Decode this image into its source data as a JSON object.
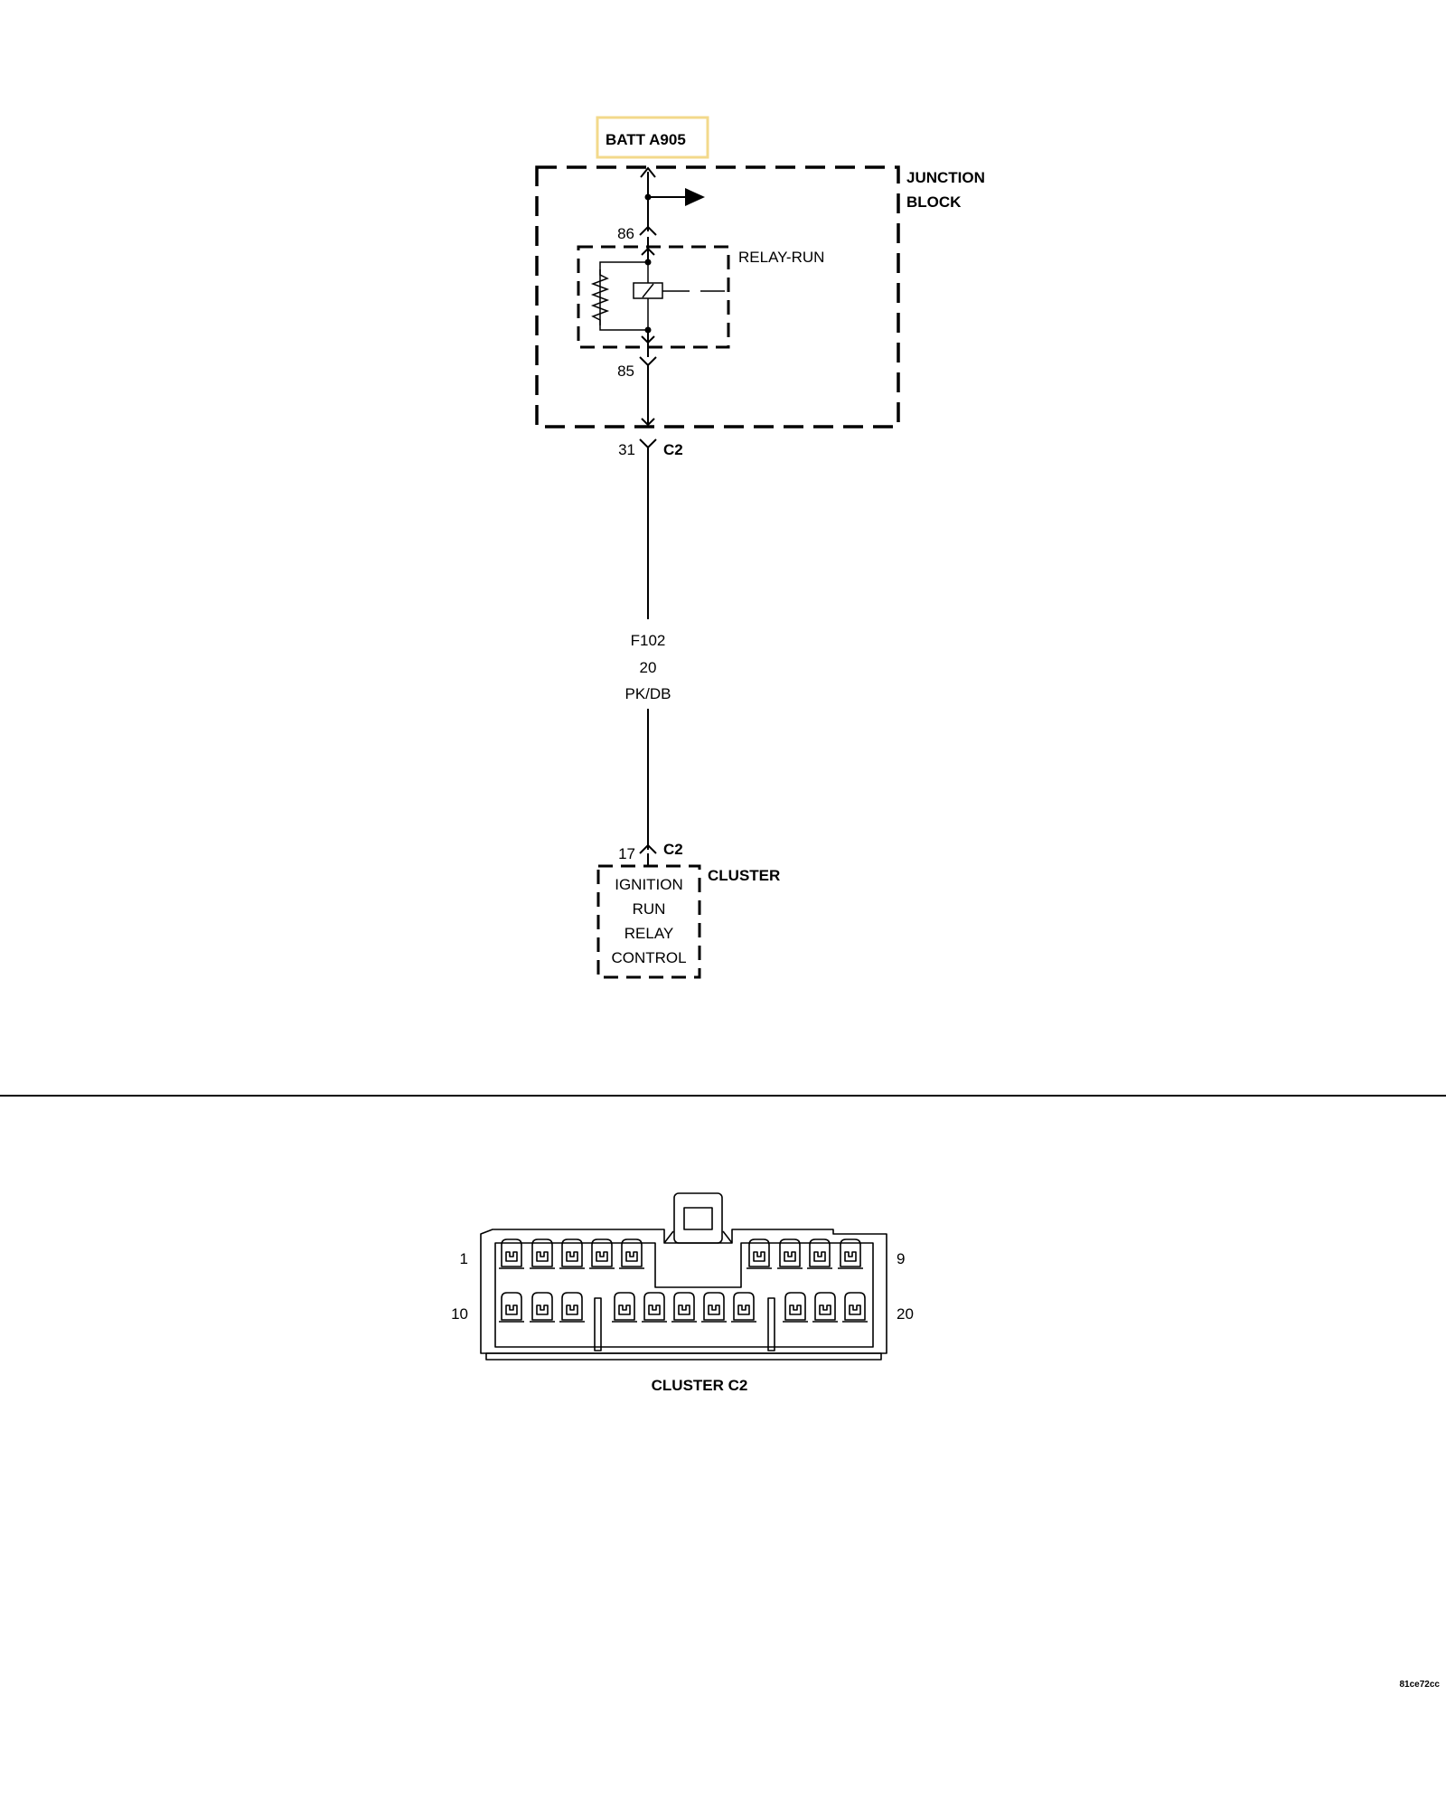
{
  "source": {
    "label": "BATT A905",
    "highlight_color": "#f3d98b"
  },
  "junction_block": {
    "label_line1": "JUNCTION",
    "label_line2": "BLOCK"
  },
  "relay": {
    "label": "RELAY-RUN",
    "pin_top": "86",
    "pin_bottom": "85"
  },
  "jb_connector": {
    "pin": "31",
    "name": "C2"
  },
  "wire": {
    "circuit": "F102",
    "gauge": "20",
    "color": "PK/DB"
  },
  "cluster_connector": {
    "pin": "17",
    "name": "C2"
  },
  "cluster": {
    "label": "CLUSTER",
    "function_lines": [
      "IGNITION",
      "RUN",
      "RELAY",
      "CONTROL"
    ]
  },
  "connector_view": {
    "caption": "CLUSTER C2",
    "pin_first_top": "1",
    "pin_last_top": "9",
    "pin_first_bottom": "10",
    "pin_last_bottom": "20"
  },
  "footer": {
    "code": "81ce72cc"
  }
}
